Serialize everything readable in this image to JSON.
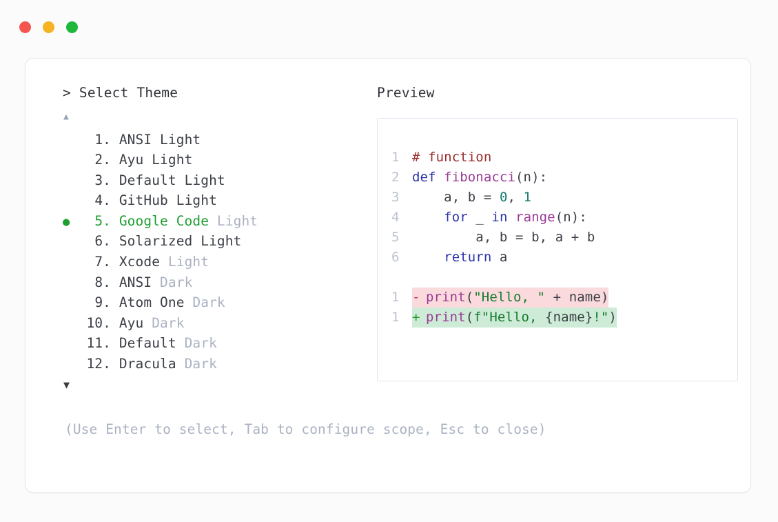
{
  "window": {
    "dots": [
      {
        "name": "close-dot",
        "color": "#f4564f"
      },
      {
        "name": "minimize-dot",
        "color": "#f5b221"
      },
      {
        "name": "maximize-dot",
        "color": "#1eb83a"
      }
    ]
  },
  "left": {
    "prompt_caret": ">",
    "prompt_title": "Select Theme",
    "scroll_up_icon": "▲",
    "scroll_down_icon": "▼",
    "selected_bullet": "●",
    "selected_index": 5,
    "items": [
      {
        "number": "1.",
        "name": "ANSI",
        "variant": "Light",
        "variant_muted": false,
        "selected": false
      },
      {
        "number": "2.",
        "name": "Ayu",
        "variant": "Light",
        "variant_muted": false,
        "selected": false
      },
      {
        "number": "3.",
        "name": "Default",
        "variant": "Light",
        "variant_muted": false,
        "selected": false
      },
      {
        "number": "4.",
        "name": "GitHub",
        "variant": "Light",
        "variant_muted": false,
        "selected": false
      },
      {
        "number": "5.",
        "name": "Google Code",
        "variant": "Light",
        "variant_muted": true,
        "selected": true
      },
      {
        "number": "6.",
        "name": "Solarized",
        "variant": "Light",
        "variant_muted": false,
        "selected": false
      },
      {
        "number": "7.",
        "name": "Xcode",
        "variant": "Light",
        "variant_muted": true,
        "selected": false
      },
      {
        "number": "8.",
        "name": "ANSI",
        "variant": "Dark",
        "variant_muted": true,
        "selected": false
      },
      {
        "number": "9.",
        "name": "Atom One",
        "variant": "Dark",
        "variant_muted": true,
        "selected": false
      },
      {
        "number": "10.",
        "name": "Ayu",
        "variant": "Dark",
        "variant_muted": true,
        "selected": false
      },
      {
        "number": "11.",
        "name": "Default",
        "variant": "Dark",
        "variant_muted": true,
        "selected": false
      },
      {
        "number": "12.",
        "name": "Dracula",
        "variant": "Dark",
        "variant_muted": true,
        "selected": false
      }
    ],
    "hint": "(Use Enter to select, Tab to configure scope, Esc to close)"
  },
  "right": {
    "preview_label": "Preview",
    "code_lines": [
      {
        "num": "1",
        "tokens": [
          {
            "t": "# function",
            "c": "comment"
          }
        ]
      },
      {
        "num": "2",
        "tokens": [
          {
            "t": "def ",
            "c": "keyword"
          },
          {
            "t": "fibonacci",
            "c": "func"
          },
          {
            "t": "(n):",
            "c": "punct"
          }
        ]
      },
      {
        "num": "3",
        "tokens": [
          {
            "t": "    a, b = ",
            "c": "plain"
          },
          {
            "t": "0",
            "c": "number"
          },
          {
            "t": ", ",
            "c": "plain"
          },
          {
            "t": "1",
            "c": "number"
          }
        ]
      },
      {
        "num": "4",
        "tokens": [
          {
            "t": "    ",
            "c": "plain"
          },
          {
            "t": "for",
            "c": "keyword"
          },
          {
            "t": " _ ",
            "c": "plain"
          },
          {
            "t": "in",
            "c": "keyword"
          },
          {
            "t": " ",
            "c": "plain"
          },
          {
            "t": "range",
            "c": "func"
          },
          {
            "t": "(n):",
            "c": "punct"
          }
        ]
      },
      {
        "num": "5",
        "tokens": [
          {
            "t": "        a, b = b, a + b",
            "c": "plain"
          }
        ]
      },
      {
        "num": "6",
        "tokens": [
          {
            "t": "    ",
            "c": "plain"
          },
          {
            "t": "return",
            "c": "keyword"
          },
          {
            "t": " a",
            "c": "plain"
          }
        ]
      }
    ],
    "diff_lines": [
      {
        "num": "1",
        "sign": "-",
        "kind": "del",
        "tokens": [
          {
            "t": "print",
            "c": "func"
          },
          {
            "t": "(",
            "c": "punct"
          },
          {
            "t": "\"Hello, \"",
            "c": "string"
          },
          {
            "t": " + name)",
            "c": "plain"
          }
        ]
      },
      {
        "num": "1",
        "sign": "+",
        "kind": "add",
        "tokens": [
          {
            "t": "print",
            "c": "func"
          },
          {
            "t": "(",
            "c": "punct"
          },
          {
            "t": "f\"Hello, ",
            "c": "string"
          },
          {
            "t": "{name}",
            "c": "plain"
          },
          {
            "t": "!\"",
            "c": "string"
          },
          {
            "t": ")",
            "c": "punct"
          }
        ]
      }
    ]
  },
  "colors": {
    "accent_green": "#1f9e31",
    "muted": "#aab2c2",
    "text": "#3b3f46",
    "diff_del_bg": "#fadadd",
    "diff_add_bg": "#cdebd6",
    "comment": "#9c2b2b",
    "keyword": "#2b32a8",
    "function": "#9b3a95",
    "number": "#14786f",
    "string": "#157a2e"
  }
}
